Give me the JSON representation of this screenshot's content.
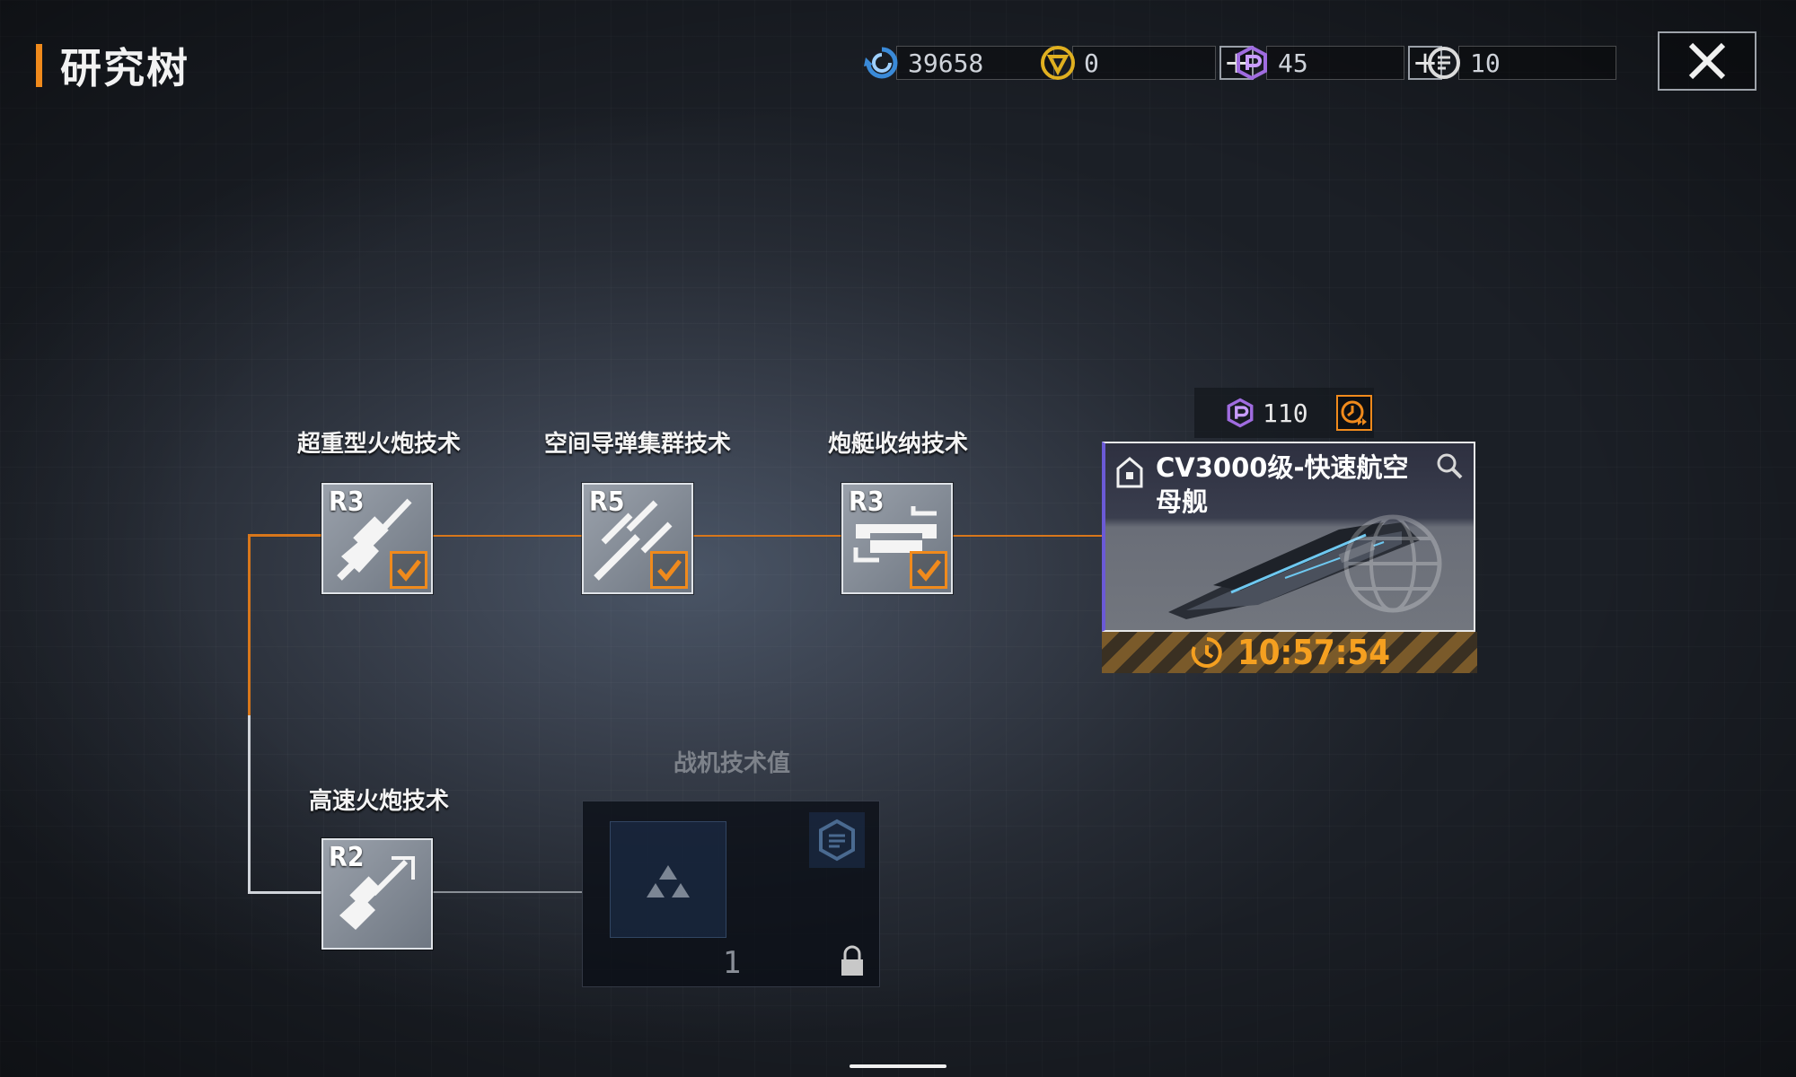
{
  "header": {
    "title": "研究树"
  },
  "resources": [
    {
      "name": "credits",
      "icon": "refresh-coin-icon",
      "value": "39658"
    },
    {
      "name": "gold",
      "icon": "gold-coin-icon",
      "value": "0"
    },
    {
      "name": "purple",
      "icon": "purple-crystal-icon",
      "value": "45"
    },
    {
      "name": "tech",
      "icon": "tech-chip-icon",
      "value": "10"
    }
  ],
  "nodes": [
    {
      "label": "超重型火炮技术",
      "rank": "R3",
      "completed": true
    },
    {
      "label": "空间导弹集群技术",
      "rank": "R5",
      "completed": true
    },
    {
      "label": "炮艇收纳技术",
      "rank": "R3",
      "completed": true
    },
    {
      "label": "高速火炮技术",
      "rank": "R2",
      "completed": false
    }
  ],
  "ship": {
    "cost": "110",
    "name": "CV3000级-快速航空母舰",
    "timer": "10:57:54"
  },
  "fighter": {
    "label": "战机技术值",
    "count": "1"
  },
  "colors": {
    "accent": "#f08a1c",
    "purple": "#a06ce0",
    "gold": "#e0b020",
    "blue": "#3a8ad8"
  }
}
